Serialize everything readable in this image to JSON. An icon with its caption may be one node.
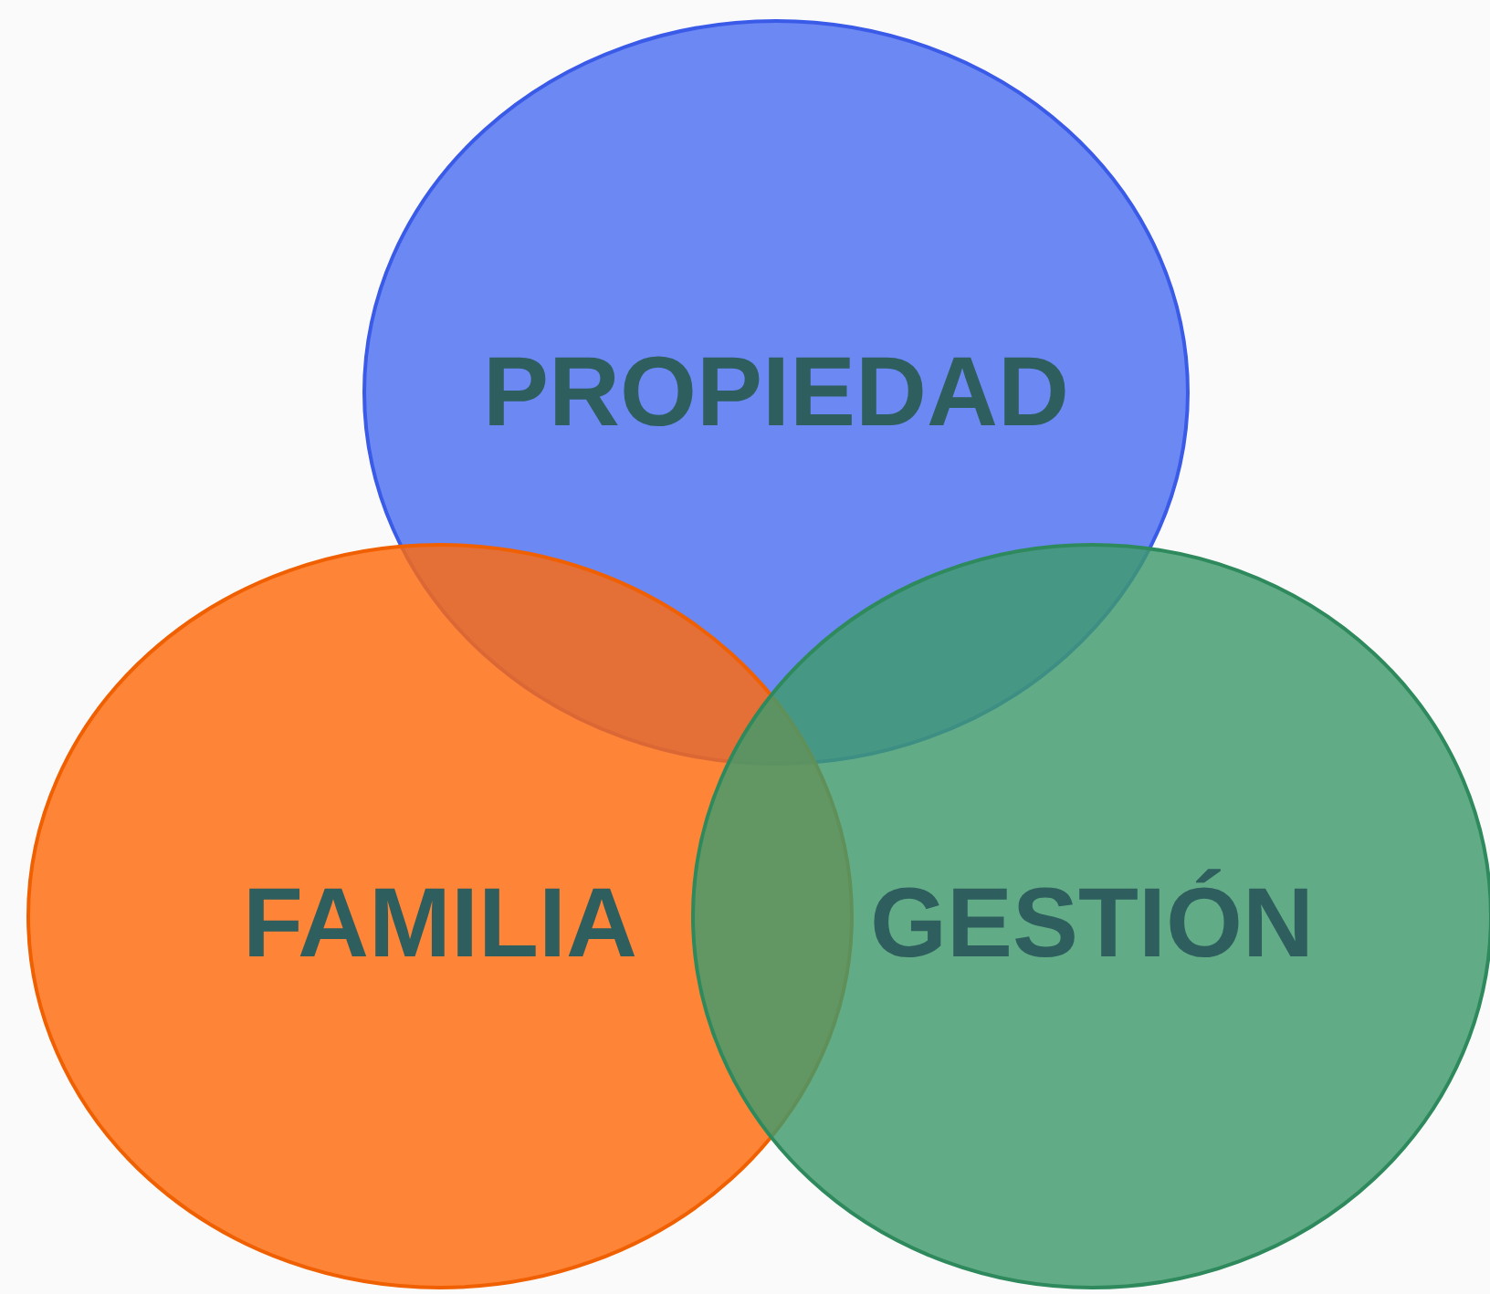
{
  "diagram": {
    "nodes": [
      {
        "text": [
          "PROPIEDAD"
        ]
      },
      {
        "text": [
          "FAMILIA"
        ]
      },
      {
        "text": [
          "GESTIÓN"
        ]
      }
    ]
  }
}
